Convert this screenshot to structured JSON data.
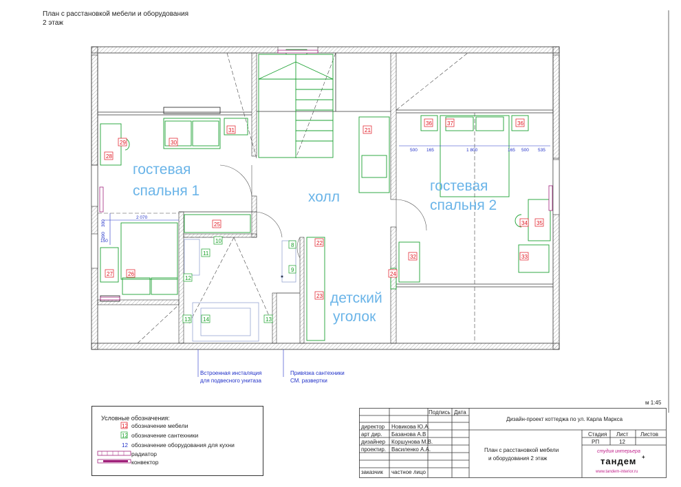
{
  "header": {
    "line1": "План с расстановкой мебели и оборудования",
    "line2": "2 этаж"
  },
  "rooms": {
    "guest1_l1": "гостевая",
    "guest1_l2": "спальня 1",
    "hall": "холл",
    "guest2_l1": "гостевая",
    "guest2_l2": "спальня 2",
    "kids_l1": "детский",
    "kids_l2": "уголок"
  },
  "dims": {
    "d500a": "500",
    "d165a": "165",
    "d1800": "1 800",
    "d165b": "165",
    "d500b": "500",
    "d535": "535",
    "d2070": "2 070",
    "d300": "300",
    "d390": "390",
    "d150": "150"
  },
  "furniture_tags": [
    "21",
    "23",
    "24",
    "25",
    "26",
    "27",
    "28",
    "29",
    "30",
    "31",
    "32",
    "33",
    "34",
    "35",
    "36",
    "36",
    "37",
    "22"
  ],
  "plumbing_tags": [
    "8",
    "9",
    "10",
    "11",
    "12",
    "13",
    "13",
    "14"
  ],
  "notes": {
    "install_l1": "Встроенная инсталяция",
    "install_l2": "для подвесного унитаза",
    "plumb_l1": "Привязка сантехники",
    "plumb_l2": "СМ. развертки"
  },
  "scale": "м 1:45",
  "legend": {
    "title": "Условные обозначения:",
    "furniture_num": "12",
    "furniture": "обозначение мебели",
    "plumbing_num": "12",
    "plumbing": "обозначение сантехники",
    "kitchen_num": "12",
    "kitchen": "обозначение оборудования для кухни",
    "radiator": "радиатор",
    "convector": "конвектор"
  },
  "stamp": {
    "h_sign": "Подпись",
    "h_date": "Дата",
    "r1_role": "директор",
    "r1_name": "Новикова Ю.А.",
    "r2_role": "арт дир.",
    "r2_name": "Базанова А.В",
    "r3_role": "дизайнер",
    "r3_name": "Коршунова М.В.",
    "r4_role": "проектир.",
    "r4_name": "Василенко А.А.",
    "r5_role": "заказчик",
    "r5_name": "частное лицо",
    "project": "Дизайн-проект коттеджа по ул. Карла Маркса",
    "stage_h": "Стадия",
    "sheet_h": "Лист",
    "sheets_h": "Листов",
    "stage": "РП",
    "sheet": "12",
    "sheets": "",
    "desc_l1": "План с  расстановкой мебели",
    "desc_l2": "и оборудования 2 этаж",
    "logo_l1": "студия интерьера",
    "logo_l2": "тандем",
    "logo_url": "www.tandem-interior.ru"
  },
  "colors": {
    "furniture": "#e0141e",
    "plumbing": "#18a028",
    "kitchen": "#2030c8",
    "room_label": "#6ab4e8",
    "radiator": "#a0207a",
    "green": "#1aa030"
  }
}
